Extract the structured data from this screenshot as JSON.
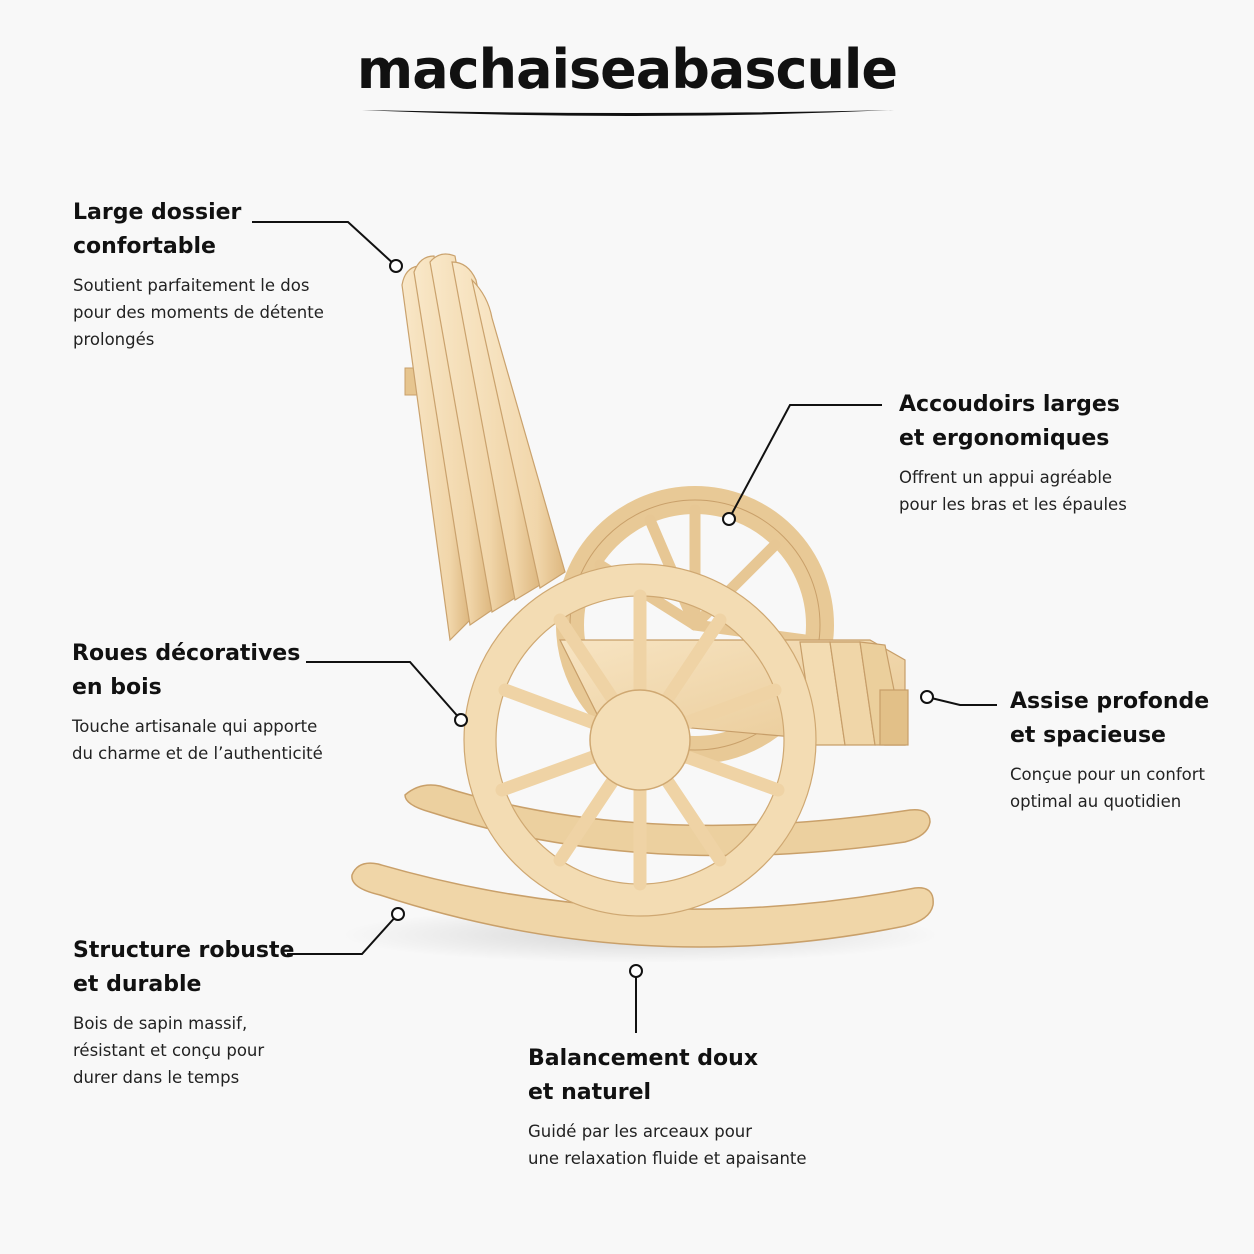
{
  "brand": {
    "name": "machaiseabascule"
  },
  "colors": {
    "background": "#f8f8f8",
    "text": "#111111",
    "wood_light": "#f5dfb8",
    "wood_mid": "#ecd0a0",
    "wood_dark": "#d8b27c"
  },
  "features": [
    {
      "title_line1": "Large dossier",
      "title_line2": "confortable",
      "desc_line1": "Soutient parfaitement le dos",
      "desc_line2": "pour des moments de détente",
      "desc_line3": "prolongés"
    },
    {
      "title_line1": "Accoudoirs larges",
      "title_line2": "et ergonomiques",
      "desc_line1": "Offrent un appui agréable",
      "desc_line2": "pour les bras et les épaules"
    },
    {
      "title_line1": "Roues décoratives",
      "title_line2": "en bois",
      "desc_line1": "Touche artisanale qui apporte",
      "desc_line2": "du charme et de l’authenticité"
    },
    {
      "title_line1": "Assise profonde",
      "title_line2": "et spacieuse",
      "desc_line1": "Conçue pour un confort",
      "desc_line2": "optimal au quotidien"
    },
    {
      "title_line1": "Structure robuste",
      "title_line2": "et durable",
      "desc_line1": "Bois de sapin massif,",
      "desc_line2": "résistant et conçu pour",
      "desc_line3": "durer dans le temps"
    },
    {
      "title_line1": "Balancement doux",
      "title_line2": "et naturel",
      "desc_line1": "Guidé par les arceaux pour",
      "desc_line2": "une relaxation fluide et apaisante"
    }
  ]
}
